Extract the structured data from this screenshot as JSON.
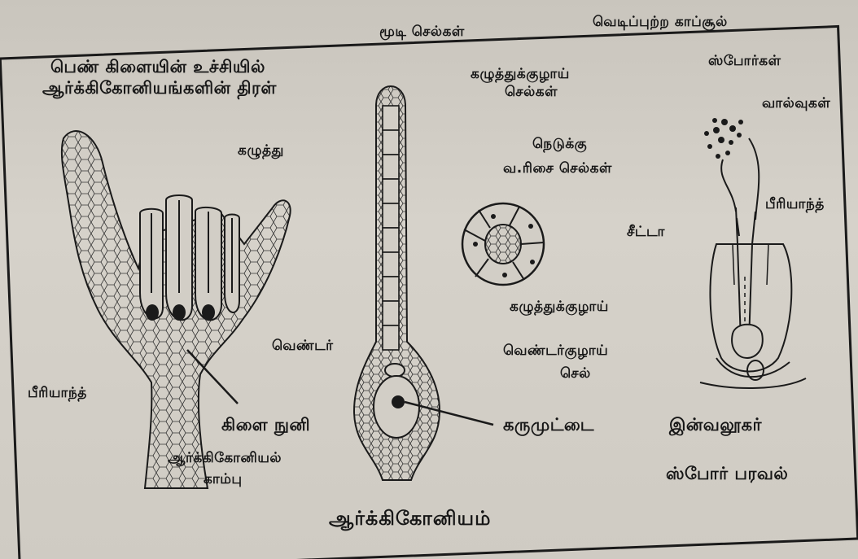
{
  "figure_title": "ஆர்க்கிகோனியம்",
  "labels": {
    "head_line1": "பெண் கிளையின் உச்சியில்",
    "head_line2": "ஆர்க்கிகோனியங்களின் திரள்",
    "kazhuthu": "கழுத்து",
    "periyanth_left": "பீரியாந்த்",
    "kilai_nuni": "கிளை நுனி",
    "archegonial_stalk_1": "ஆர்க்கிகோனியல்",
    "archegonial_stalk_2": "காம்பு",
    "venter": "வெண்டர்",
    "mudi_sel": "மூடி செல்கள்",
    "neck_canal_cells_1": "கழுத்துக்குழாய்",
    "neck_canal_cells_2": "செல்கள்",
    "vertical_row_1": "நெடுக்கு",
    "vertical_row_2": "வ.ரிசை செல்கள்",
    "seta": "சீட்டா",
    "neck_canal": "கழுத்துக்குழாய்",
    "venter_canal_1": "வெண்டர்குழாய்",
    "venter_canal_2": "செல்",
    "egg": "கருமுட்டை",
    "capsule_top": "வெடிப்புற்ற காப்சூல்",
    "spores": "ஸ்போர்கள்",
    "elaters": "வால்வுகள்",
    "periyanth_right": "பீரியாந்த்",
    "involucre": "இன்வலூகர்",
    "spore_dispersal": "ஸ்போர் பரவல்"
  },
  "colors": {
    "ink": "#161616",
    "paper": "#d2cec6",
    "frame": "#1a1a1a"
  }
}
